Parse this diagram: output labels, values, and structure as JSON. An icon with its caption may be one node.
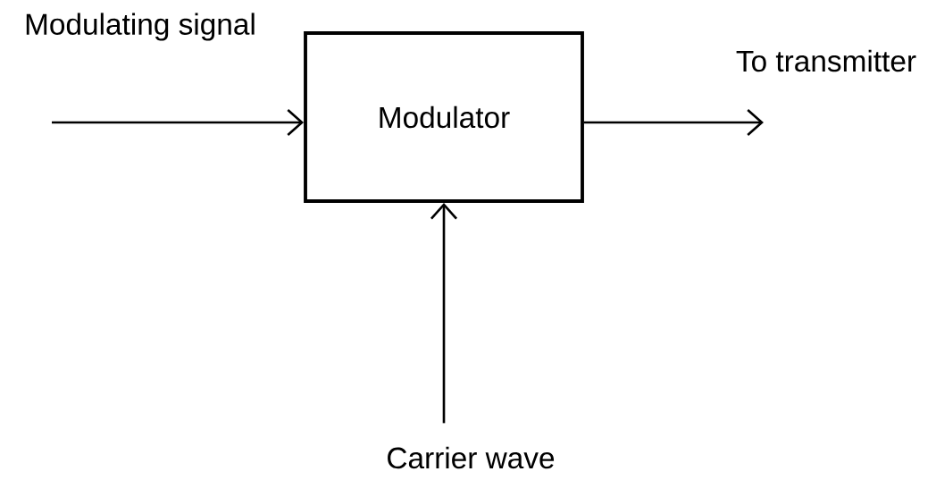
{
  "diagram": {
    "nodes": [
      {
        "text": [
          "Modulator"
        ]
      },
      {
        "text": [
          "Carrier wave"
        ]
      }
    ],
    "edges": [
      {
        "from": null,
        "to": 0,
        "arrow": "to",
        "label": "Modulating signal"
      },
      {
        "from": 0,
        "to": null,
        "arrow": "to",
        "label": "To transmitter"
      },
      {
        "from": 1,
        "to": 0,
        "arrow": "to"
      }
    ]
  }
}
